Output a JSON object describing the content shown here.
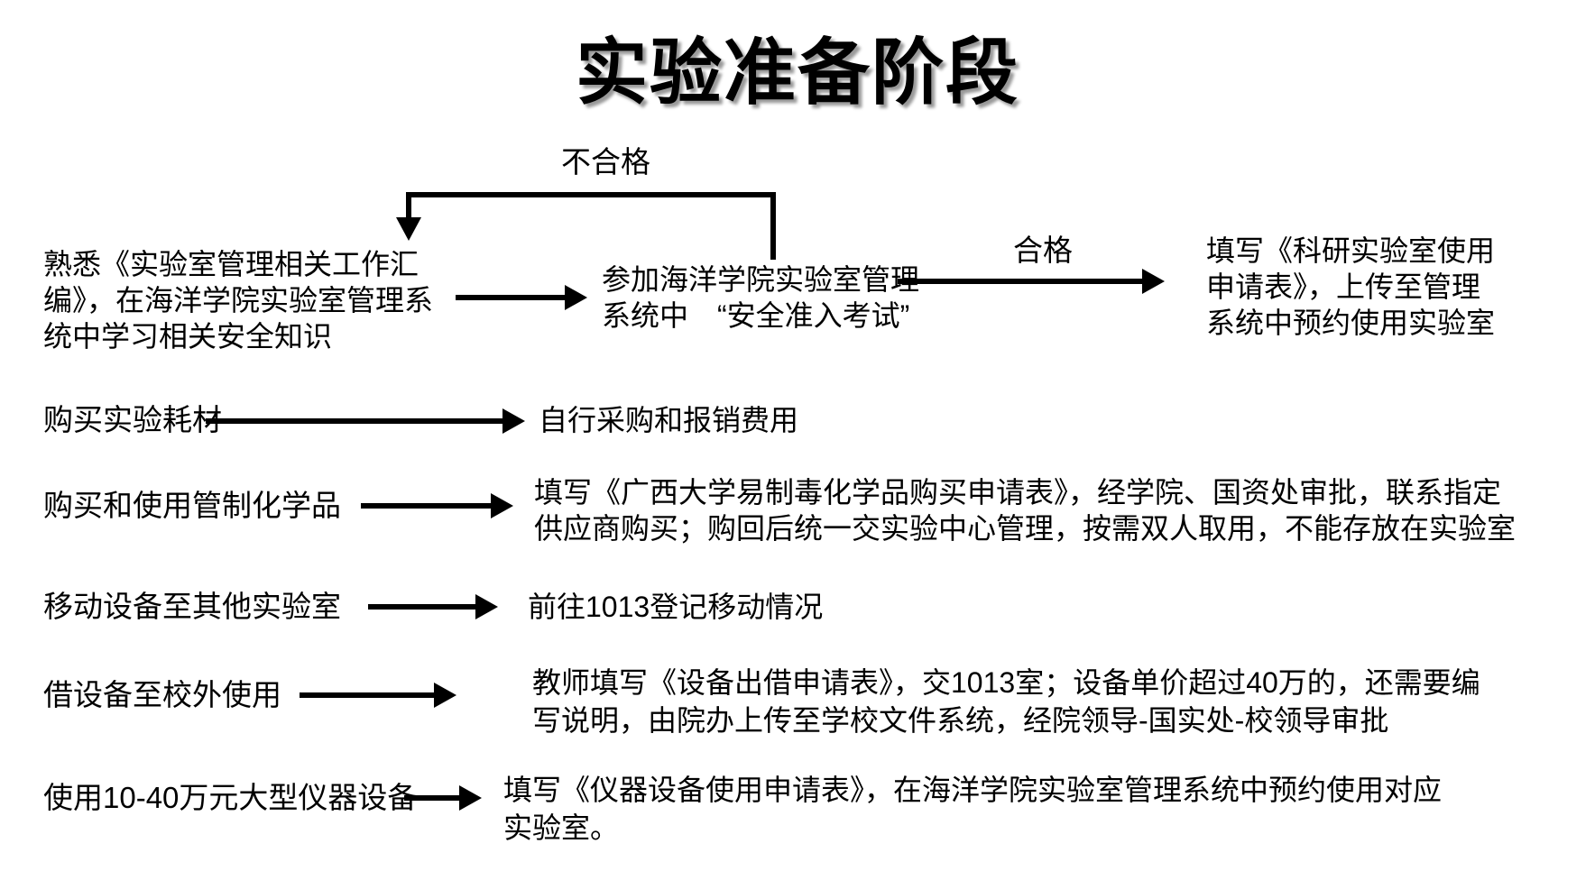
{
  "colors": {
    "ink": "#000000",
    "background": "#ffffff"
  },
  "title": "实验准备阶段",
  "flow": {
    "fail_label": "不合格",
    "pass_label": "合格",
    "step_study": "熟悉《实验室管理相关工作汇\n编》，在海洋学院实验室管理系\n统中学习相关安全知识",
    "step_exam": "参加海洋学院实验室管理\n系统中　“安全准入考试”",
    "step_apply": "填写《科研实验室使用\n申请表》，上传至管理\n系统中预约使用实验室"
  },
  "rows": [
    {
      "label": "购买实验耗材",
      "result": "自行采购和报销费用"
    },
    {
      "label": "购买和使用管制化学品",
      "result": "填写《广西大学易制毒化学品购买申请表》，经学院、国资处审批，联系指定\n供应商购买；购回后统一交实验中心管理，按需双人取用，不能存放在实验室"
    },
    {
      "label": "移动设备至其他实验室",
      "result": "前往1013登记移动情况"
    },
    {
      "label": "借设备至校外使用",
      "result": "教师填写《设备出借申请表》，交1013室；设备单价超过40万的，还需要编\n写说明，由院办上传至学校文件系统，经院领导-国实处-校领导审批"
    },
    {
      "label": "使用10-40万元大型仪器设备",
      "result": "填写《仪器设备使用申请表》，在海洋学院实验室管理系统中预约使用对应\n实验室。"
    }
  ]
}
